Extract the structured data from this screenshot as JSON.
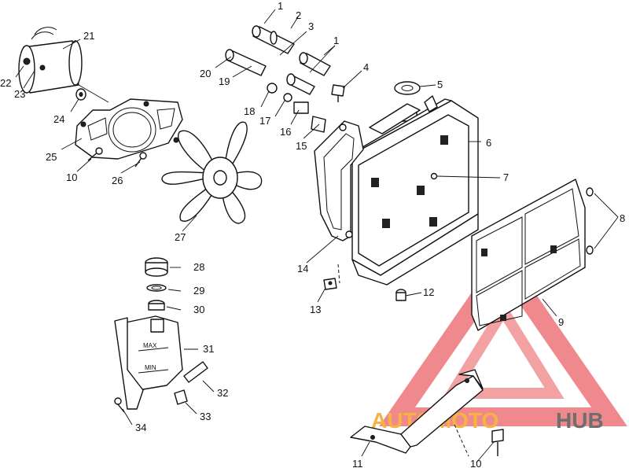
{
  "callouts": {
    "c1a": "1",
    "c2": "2",
    "c3": "3",
    "c1b": "1",
    "c4": "4",
    "c5": "5",
    "c6": "6",
    "c7": "7",
    "c8": "8",
    "c9": "9",
    "c10a": "10",
    "c10b": "10",
    "c11": "11",
    "c12": "12",
    "c13": "13",
    "c14": "14",
    "c15": "15",
    "c16": "16",
    "c17": "17",
    "c18": "18",
    "c19": "19",
    "c20": "20",
    "c21": "21",
    "c22": "22",
    "c23": "23",
    "c24": "24",
    "c25": "25",
    "c26": "26",
    "c27": "27",
    "c28": "28",
    "c29": "29",
    "c30": "30",
    "c31": "31",
    "c32": "32",
    "c33": "33",
    "c34": "34"
  },
  "tank_marks": {
    "max": "MAX",
    "min": "MIN"
  },
  "watermark": {
    "part1": "AUTOMOTO",
    "part2": "HUB",
    "color_orange": "#f5a623",
    "color_red": "#e8474c",
    "color_dark": "#555555"
  }
}
